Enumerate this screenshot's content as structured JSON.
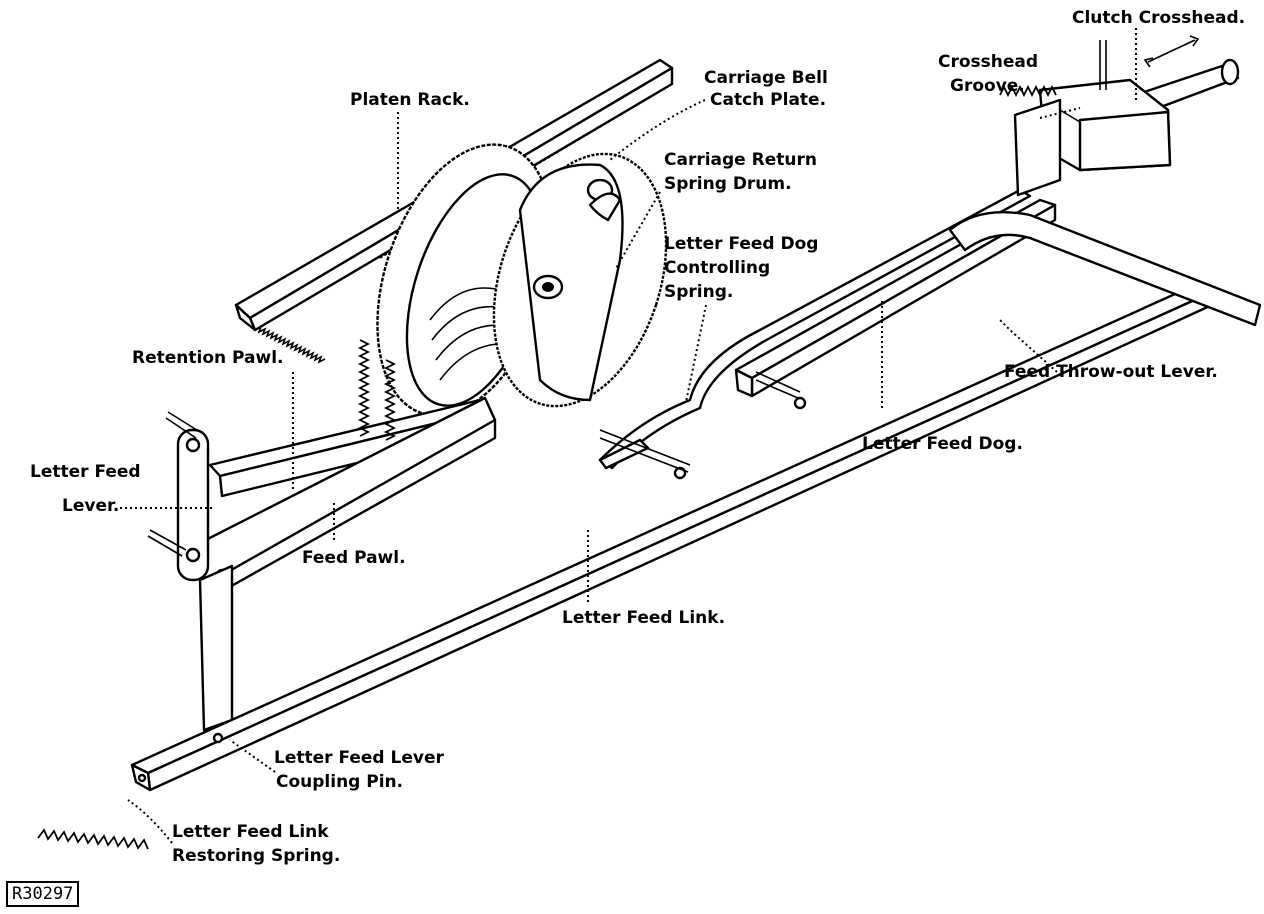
{
  "labels": {
    "clutch_crosshead": "Clutch Crosshead.",
    "crosshead_groove_1": "Crosshead",
    "crosshead_groove_2": "Groove.",
    "platen_rack": "Platen Rack.",
    "carriage_bell_1": "Carriage Bell",
    "carriage_bell_2": "Catch Plate.",
    "carriage_return_1": "Carriage Return",
    "carriage_return_2": "Spring Drum.",
    "dog_spring_1": "Letter Feed Dog",
    "dog_spring_2": "Controlling",
    "dog_spring_3": "Spring.",
    "retention_pawl": "Retention Pawl.",
    "feed_throwout": "Feed Throw-out Lever.",
    "letter_feed_lever_1": "Letter Feed",
    "letter_feed_lever_2": "Lever.",
    "letter_feed_dog": "Letter Feed Dog.",
    "feed_pawl": "Feed Pawl.",
    "letter_feed_link": "Letter Feed Link.",
    "coupling_pin_1": "Letter Feed Lever",
    "coupling_pin_2": "Coupling Pin.",
    "restoring_spring_1": "Letter Feed Link",
    "restoring_spring_2": "Restoring Spring."
  },
  "reference": "R30297",
  "colors": {
    "ink": "#000000",
    "paper": "#ffffff"
  }
}
